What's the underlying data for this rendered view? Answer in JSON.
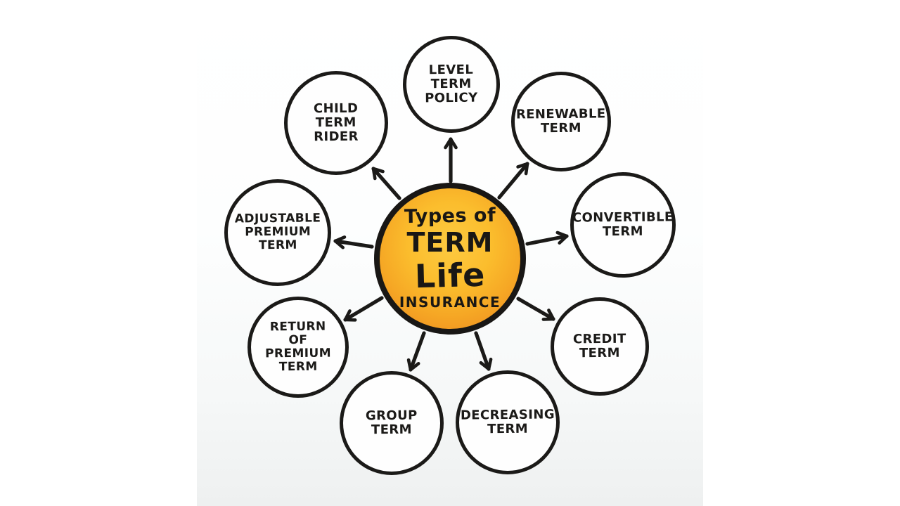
{
  "diagram": {
    "title": "Types of Term Life Insurance mind map",
    "center": {
      "lines": [
        "Types of",
        "TERM",
        "Life",
        "INSURANCE"
      ]
    },
    "nodes": [
      {
        "id": "level-term-policy",
        "label": "LEVEL\nTERM\nPOLICY"
      },
      {
        "id": "renewable-term",
        "label": "RENEWABLE\nTERM"
      },
      {
        "id": "convertible-term",
        "label": "CONVERTIBLE\nTERM"
      },
      {
        "id": "credit-term",
        "label": "CREDIT\nTERM"
      },
      {
        "id": "decreasing-term",
        "label": "DECREASING\nTERM"
      },
      {
        "id": "group-term",
        "label": "GROUP\nTERM"
      },
      {
        "id": "return-of-premium-term",
        "label": "RETURN\nOF\nPREMIUM\nTERM"
      },
      {
        "id": "adjustable-premium-term",
        "label": "ADJUSTABLE\nPREMIUM\nTERM"
      },
      {
        "id": "child-term-rider",
        "label": "CHILD\nTERM\nRIDER"
      }
    ],
    "colors": {
      "center_fill_inner": "#fbbd2d",
      "center_fill_outer": "#ef9120",
      "outline": "#1b1a18",
      "node_fill": "#fefefe",
      "background": "#ffffff"
    }
  }
}
